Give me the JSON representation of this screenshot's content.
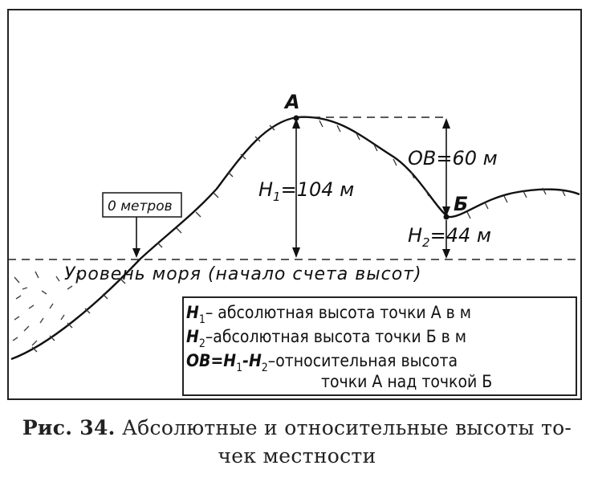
{
  "diagram": {
    "point_a": "А",
    "point_b": "Б",
    "h1_label": "H",
    "h1_sub": "1",
    "h1_value": "=104 м",
    "ob_label": "ОВ=60 м",
    "h2_label": "H",
    "h2_sub": "2",
    "h2_value": "=44 м",
    "zero_marker": "0 метров",
    "sea_level_label": "Уровень моря (начало счета высот)"
  },
  "legend": {
    "line1": {
      "sym": "H",
      "sub": "1",
      "text": "– абсолютная высота точки А в м"
    },
    "line2": {
      "sym": "H",
      "sub": "2",
      "text": "–абсолютная высота точки Б в м"
    },
    "line3": {
      "pre": "ОВ=H",
      "sub1": "1",
      "mid": "-H",
      "sub2": "2",
      "text": "–относительная высота"
    },
    "line4": "точки А над точкой Б"
  },
  "caption": {
    "prefix": "Рис. 34.",
    "line1": "Абсолютные и относительные высоты то-",
    "line2": "чек местности"
  }
}
